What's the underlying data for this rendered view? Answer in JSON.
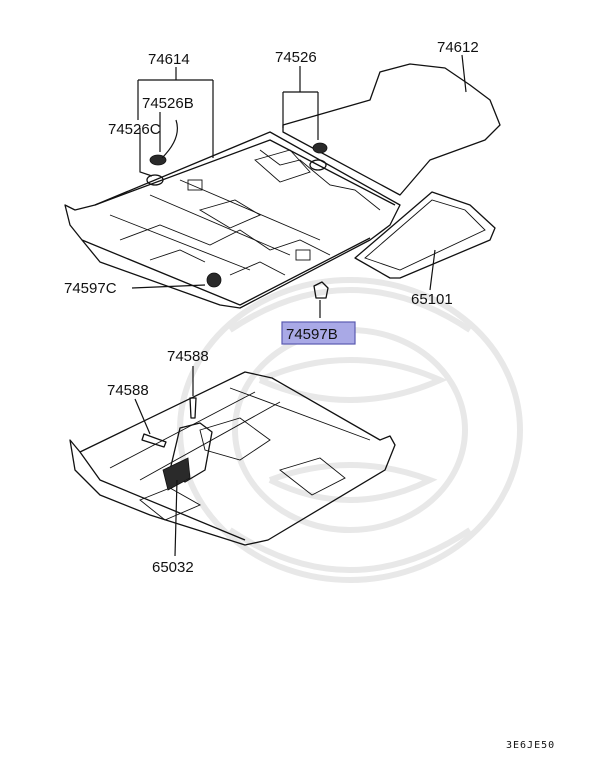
{
  "callouts": [
    {
      "id": "74614",
      "label": "74614"
    },
    {
      "id": "74526B",
      "label": "74526B"
    },
    {
      "id": "74526C",
      "label": "74526C"
    },
    {
      "id": "74526",
      "label": "74526"
    },
    {
      "id": "74612",
      "label": "74612"
    },
    {
      "id": "74597C",
      "label": "74597C"
    },
    {
      "id": "65101",
      "label": "65101"
    },
    {
      "id": "74597B",
      "label": "74597B",
      "highlighted": true
    },
    {
      "id": "74588_top",
      "label": "74588"
    },
    {
      "id": "74588_left",
      "label": "74588"
    },
    {
      "id": "65032",
      "label": "65032"
    }
  ],
  "diagram_code": "3E6JE50",
  "colors": {
    "highlight_fill": "#a9a9e6",
    "highlight_border": "#5a5ab0",
    "line": "#111111",
    "watermark": "#e8e8e8"
  }
}
